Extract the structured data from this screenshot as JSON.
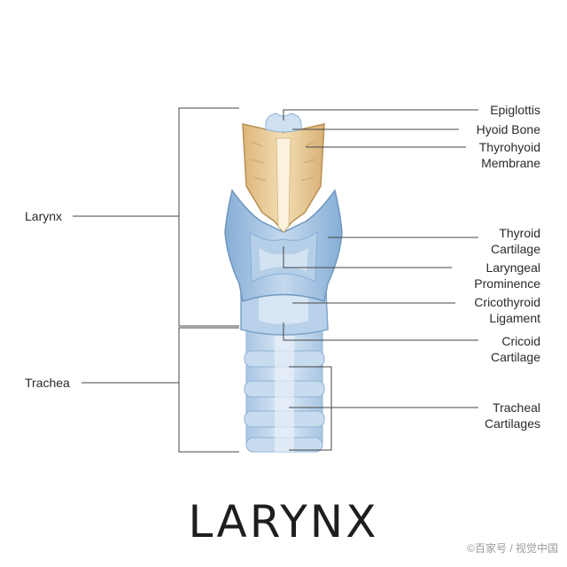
{
  "title": "LARYNX",
  "watermark": "©百家号 / 视觉中国",
  "labels": {
    "larynx": "Larynx",
    "trachea": "Trachea",
    "epiglottis": "Epiglottis",
    "hyoid_bone": "Hyoid Bone",
    "thyrohyoid": [
      "Thyrohyoid",
      "Membrane"
    ],
    "thyroid": [
      "Thyroid",
      "Cartilage"
    ],
    "laryngeal": [
      "Laryngeal",
      "Prominence"
    ],
    "cricothyroid": [
      "Cricothyroid",
      "Ligament"
    ],
    "cricoid": [
      "Cricoid",
      "Cartilage"
    ],
    "tracheal": [
      "Tracheal",
      "Cartilages"
    ]
  },
  "colors": {
    "bone": "#e9cf9f",
    "bone_dark": "#c9a56a",
    "cartilage": "#9fbfdc",
    "cartilage_light": "#c9dcee",
    "cartilage_dark": "#6f97bf",
    "line": "#444444"
  }
}
